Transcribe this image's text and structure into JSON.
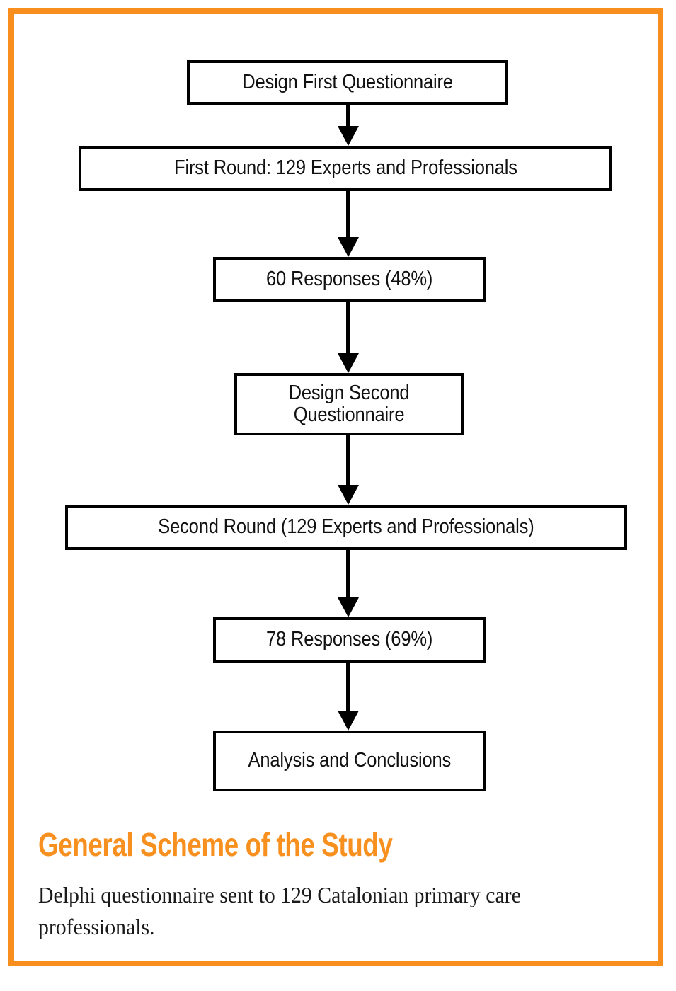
{
  "figure": {
    "frame_color": "#f7901e",
    "background_color": "#ffffff",
    "box_border_color": "#000000",
    "text_color": "#111111"
  },
  "flowchart": {
    "type": "flowchart",
    "direction": "top-to-bottom",
    "nodes": [
      {
        "id": "design-first",
        "label": "Design First Questionnaire"
      },
      {
        "id": "first-round",
        "label": "First Round: 129 Experts and Professionals"
      },
      {
        "id": "first-responses",
        "label": "60 Responses (48%)"
      },
      {
        "id": "design-second",
        "label": "Design Second\nQuestionnaire"
      },
      {
        "id": "second-round",
        "label": "Second Round (129 Experts and Professionals)"
      },
      {
        "id": "second-responses",
        "label": "78 Responses (69%)"
      },
      {
        "id": "analysis",
        "label": "Analysis and Conclusions"
      }
    ],
    "edges": [
      {
        "from": "design-first",
        "to": "first-round",
        "style": "solid-arrow-down"
      },
      {
        "from": "first-round",
        "to": "first-responses",
        "style": "solid-arrow-down"
      },
      {
        "from": "first-responses",
        "to": "design-second",
        "style": "solid-arrow-down"
      },
      {
        "from": "design-second",
        "to": "second-round",
        "style": "solid-arrow-down"
      },
      {
        "from": "second-round",
        "to": "second-responses",
        "style": "solid-arrow-down"
      },
      {
        "from": "second-responses",
        "to": "analysis",
        "style": "solid-arrow-down"
      }
    ]
  },
  "caption": {
    "title": "General Scheme of the Study",
    "title_color": "#f7901e",
    "description": "Delphi questionnaire sent to 129 Catalonian primary care professionals."
  }
}
